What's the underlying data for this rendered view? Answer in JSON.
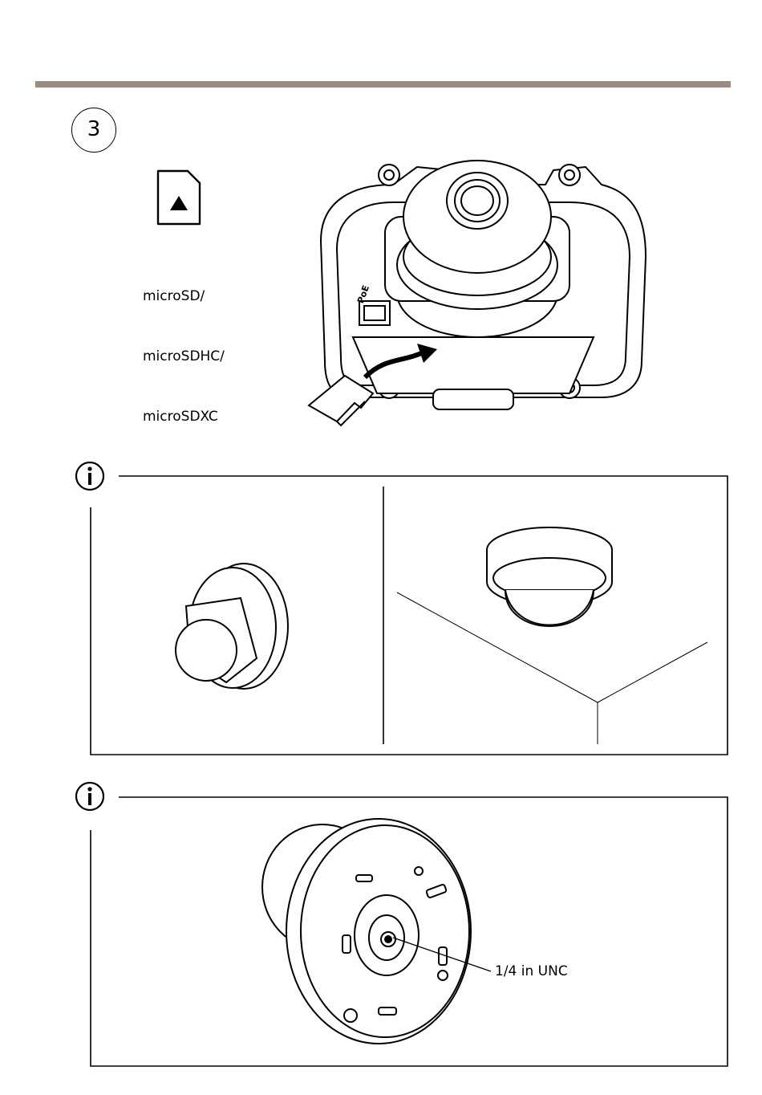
{
  "header": {
    "bar_color": "#9a8c7f"
  },
  "step": {
    "number": "3"
  },
  "sd_card": {
    "icon": "micro-sd-card-icon",
    "labels": [
      "microSD/",
      "microSDHC/",
      "microSDXC"
    ]
  },
  "camera": {
    "port_label": "PoE"
  },
  "info_sections": [
    {
      "icon": "info-icon",
      "panels": [
        "wall-mounted-dome",
        "ceiling-corner-mounted-dome"
      ]
    },
    {
      "icon": "info-icon",
      "callout": "1/4 in UNC"
    }
  ]
}
